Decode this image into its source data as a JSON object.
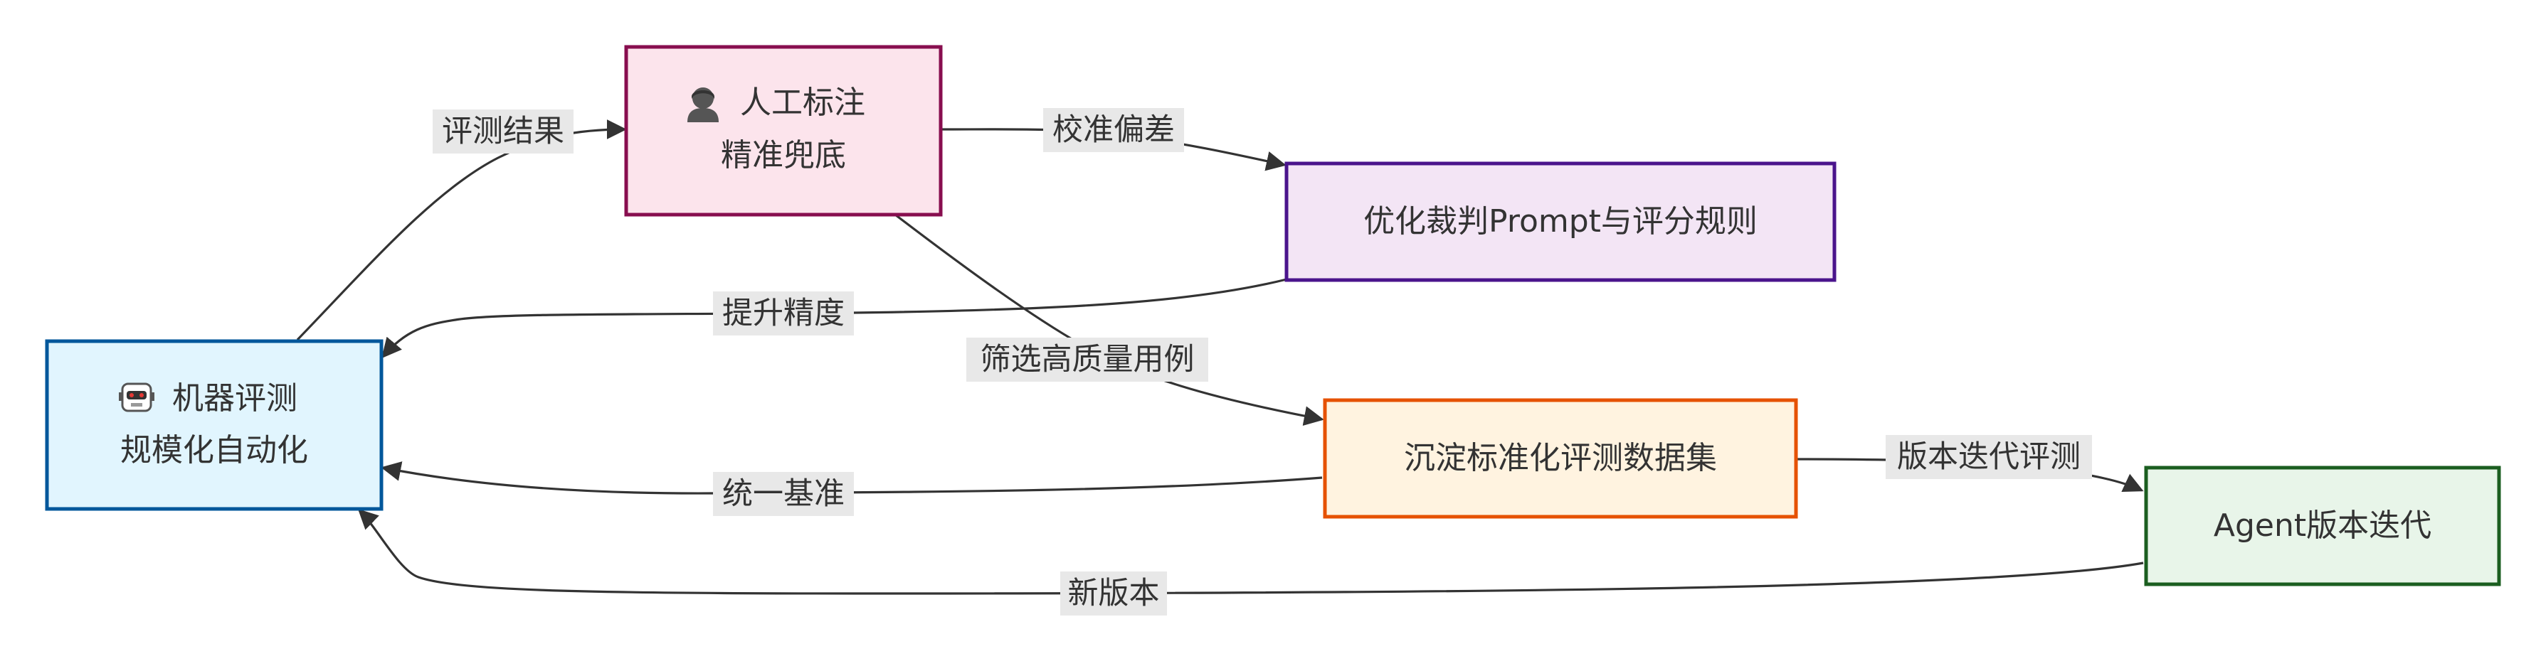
{
  "nodes": {
    "human": {
      "icon": "person-icon",
      "line1": "人工标注",
      "line2": "精准兜底",
      "fill": "#fce4ec",
      "stroke": "#880e4f"
    },
    "machine": {
      "icon": "robot-icon",
      "line1": "机器评测",
      "line2": "规模化自动化",
      "fill": "#e1f5fe",
      "stroke": "#01579b"
    },
    "optimize": {
      "label": "优化裁判Prompt与评分规则",
      "fill": "#f3e5f5",
      "stroke": "#4a148c"
    },
    "dataset": {
      "label": "沉淀标准化评测数据集",
      "fill": "#fff3e0",
      "stroke": "#e65100"
    },
    "agent": {
      "label": "Agent版本迭代",
      "fill": "#e8f5e9",
      "stroke": "#1b5e20"
    }
  },
  "edges": {
    "machine_to_human": "评测结果",
    "human_to_optimize": "校准偏差",
    "optimize_to_machine": "提升精度",
    "human_to_dataset": "筛选高质量用例",
    "dataset_to_machine": "统一基准",
    "dataset_to_agent": "版本迭代评测",
    "agent_to_machine": "新版本"
  },
  "colors": {
    "edge": "#333333",
    "edge_label_bg": "#e8e8e8",
    "text": "#333333"
  }
}
